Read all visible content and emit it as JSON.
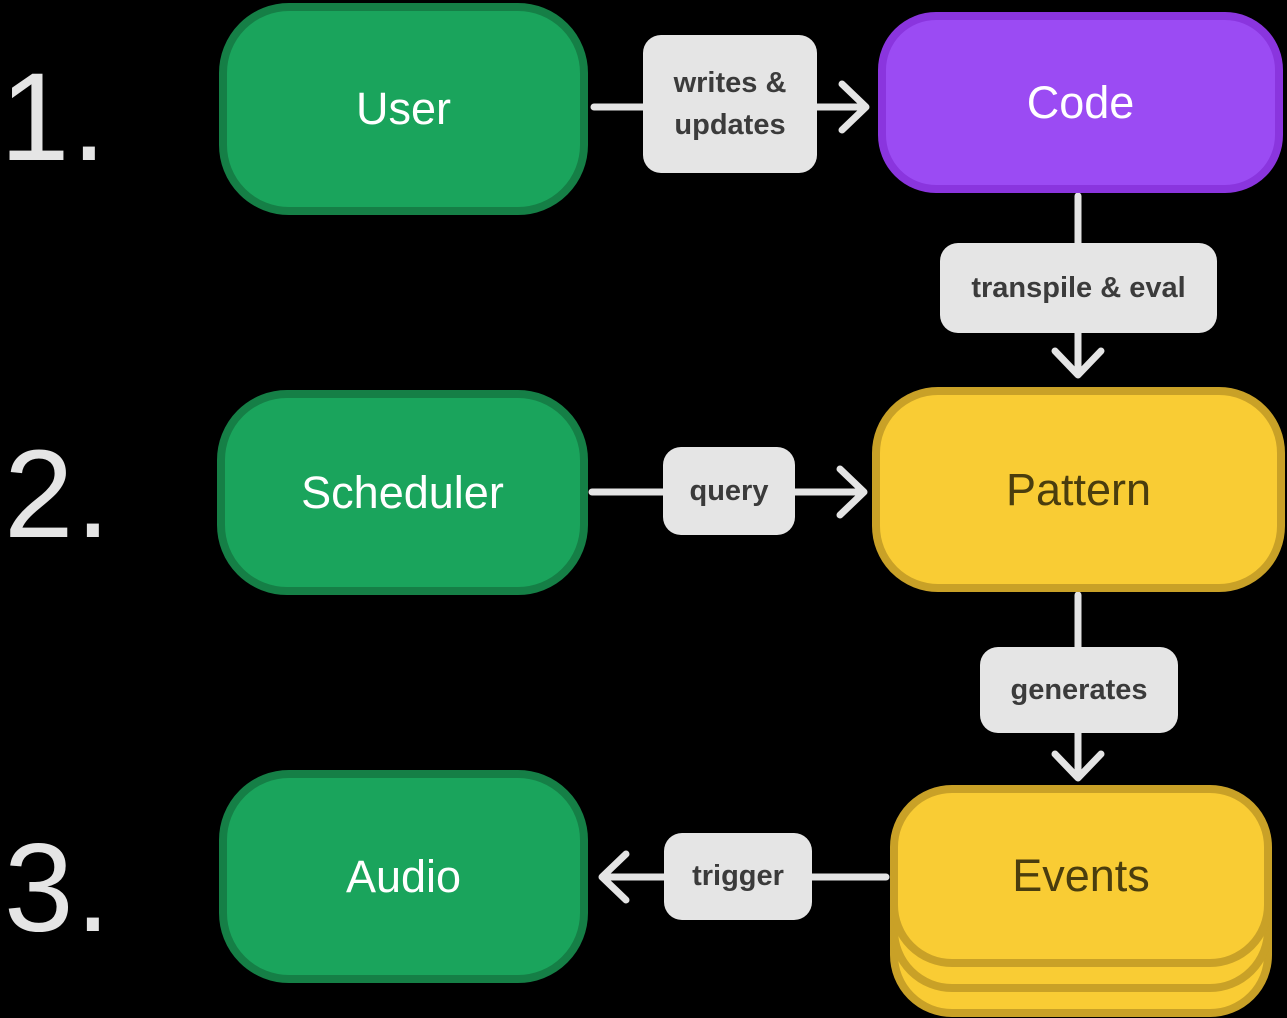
{
  "diagram": {
    "steps": [
      {
        "number": "1."
      },
      {
        "number": "2."
      },
      {
        "number": "3."
      }
    ],
    "nodes": [
      {
        "id": "user",
        "label": "User",
        "color": "green"
      },
      {
        "id": "code",
        "label": "Code",
        "color": "purple"
      },
      {
        "id": "scheduler",
        "label": "Scheduler",
        "color": "green"
      },
      {
        "id": "pattern",
        "label": "Pattern",
        "color": "yellow"
      },
      {
        "id": "audio",
        "label": "Audio",
        "color": "green"
      },
      {
        "id": "events",
        "label": "Events",
        "color": "yellow",
        "stacked": true
      }
    ],
    "edges": [
      {
        "from": "User",
        "to": "Code",
        "label": "writes & updates",
        "direction": "right"
      },
      {
        "from": "Code",
        "to": "Pattern",
        "label": "transpile & eval",
        "direction": "down"
      },
      {
        "from": "Scheduler",
        "to": "Pattern",
        "label": "query",
        "direction": "right"
      },
      {
        "from": "Pattern",
        "to": "Events",
        "label": "generates",
        "direction": "down"
      },
      {
        "from": "Events",
        "to": "Audio",
        "label": "trigger",
        "direction": "left"
      }
    ],
    "colors": {
      "background": "#000000",
      "green_fill": "#1aa45c",
      "green_border": "#157f46",
      "purple_fill": "#9b4bf3",
      "purple_border": "#8a35de",
      "yellow_fill": "#f9cc34",
      "yellow_border": "#c9a127",
      "node_text_light": "#ffffff",
      "node_text_dark": "#4a3d0e",
      "label_bg": "#e5e5e5",
      "label_text": "#3b3b3b",
      "arrow": "#e4e4e4",
      "number": "#e5e5e5"
    }
  }
}
